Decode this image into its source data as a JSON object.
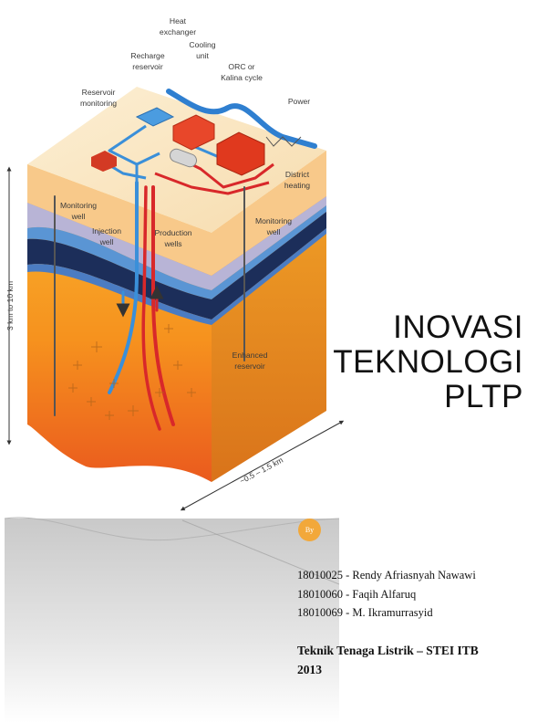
{
  "diagram": {
    "labels": {
      "heat_exchanger_1": "Heat",
      "heat_exchanger_2": "exchanger",
      "cooling_unit_1": "Cooling",
      "cooling_unit_2": "unit",
      "recharge_1": "Recharge",
      "recharge_2": "reservoir",
      "orc_1": "ORC or",
      "orc_2": "Kalina cycle",
      "reservoir_monitoring_1": "Reservoir",
      "reservoir_monitoring_2": "monitoring",
      "power": "Power",
      "district_1": "District",
      "district_2": "heating",
      "monitoring_well_left_1": "Monitoring",
      "monitoring_well_left_2": "well",
      "monitoring_well_right_1": "Monitoring",
      "monitoring_well_right_2": "well",
      "injection_1": "Injection",
      "injection_2": "well",
      "production_1": "Production",
      "production_2": "wells",
      "enhanced_1": "Enhanced",
      "enhanced_2": "reservoir",
      "depth": "3 km to 10 km",
      "width": "~0.5 – 1.5 km"
    },
    "colors": {
      "hot": "#f7a21b",
      "deep": "#e8541c",
      "cold_pipe": "#3a8fd9",
      "hot_pipe": "#d8282a",
      "navy_layer": "#1c2e5a",
      "blue_layer": "#5a95d4",
      "lavender_layer": "#b8b4d6",
      "sand_layer": "#f8c98a"
    }
  },
  "title": {
    "line1": "INOVASI",
    "line2": "TEKNOLOGI",
    "line3": "PLTP"
  },
  "by_label": "By",
  "authors": [
    "18010025 - Rendy Afriasnyah Nawawi",
    "18010060 - Faqih Alfaruq",
    "18010069 - M. Ikramurrasyid"
  ],
  "affiliation": {
    "line1": "Teknik Tenaga Listrik – STEI ITB",
    "line2": "2013"
  }
}
